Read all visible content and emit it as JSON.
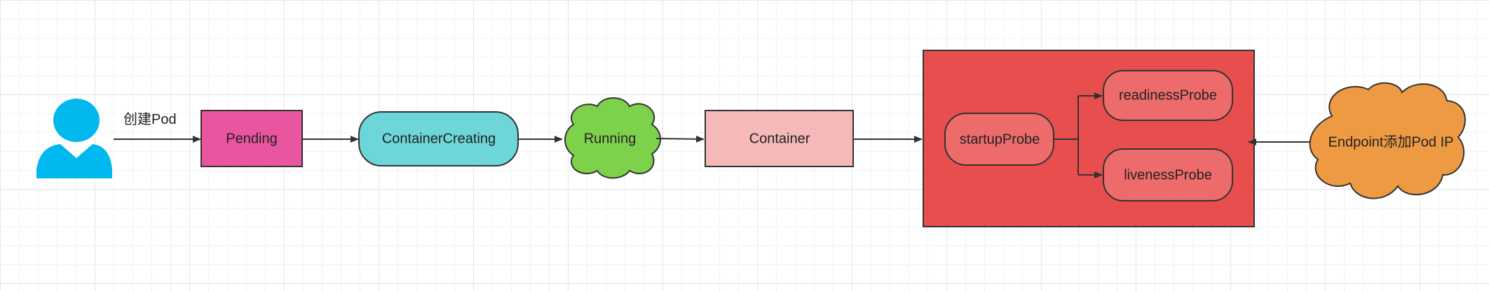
{
  "diagram": {
    "edge_label_create": "创建Pod",
    "nodes": {
      "user": {
        "icon": "user-icon"
      },
      "pending": {
        "label": "Pending",
        "color": "#E9559F"
      },
      "container_creating": {
        "label": "ContainerCreating",
        "color": "#6CD6D9"
      },
      "running": {
        "label": "Running",
        "color": "#7ED14B"
      },
      "container": {
        "label": "Container",
        "color": "#F4B9B8"
      },
      "probe_group": {
        "color": "#E84E4E"
      },
      "startup_probe": {
        "label": "startupProbe",
        "color": "#ED6B6B"
      },
      "readiness_probe": {
        "label": "readinessProbe",
        "color": "#ED6B6B"
      },
      "liveness_probe": {
        "label": "livenessProbe",
        "color": "#ED6B6B"
      },
      "endpoint": {
        "label": "Endpoint添加Pod IP",
        "color": "#EE9A43"
      }
    },
    "colors": {
      "user_icon": "#00B8EE",
      "stroke": "#333333"
    }
  }
}
